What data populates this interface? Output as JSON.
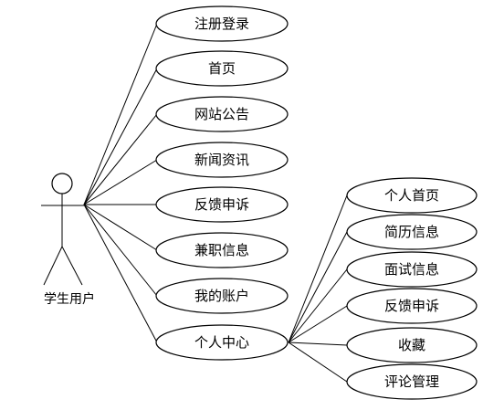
{
  "actor": {
    "label": "学生用户"
  },
  "use_cases": [
    {
      "id": "register",
      "label": "注册登录"
    },
    {
      "id": "home",
      "label": "首页"
    },
    {
      "id": "announcement",
      "label": "网站公告"
    },
    {
      "id": "news",
      "label": "新闻资讯"
    },
    {
      "id": "feedback",
      "label": "反馈申诉"
    },
    {
      "id": "part-time",
      "label": "兼职信息"
    },
    {
      "id": "account",
      "label": "我的账户"
    },
    {
      "id": "personal-center",
      "label": "个人中心"
    }
  ],
  "personal_center_children": [
    {
      "id": "personal-home",
      "label": "个人首页"
    },
    {
      "id": "resume",
      "label": "简历信息"
    },
    {
      "id": "interview",
      "label": "面试信息"
    },
    {
      "id": "feedback2",
      "label": "反馈申诉"
    },
    {
      "id": "favorites",
      "label": "收藏"
    },
    {
      "id": "reviews",
      "label": "评论管理"
    }
  ]
}
